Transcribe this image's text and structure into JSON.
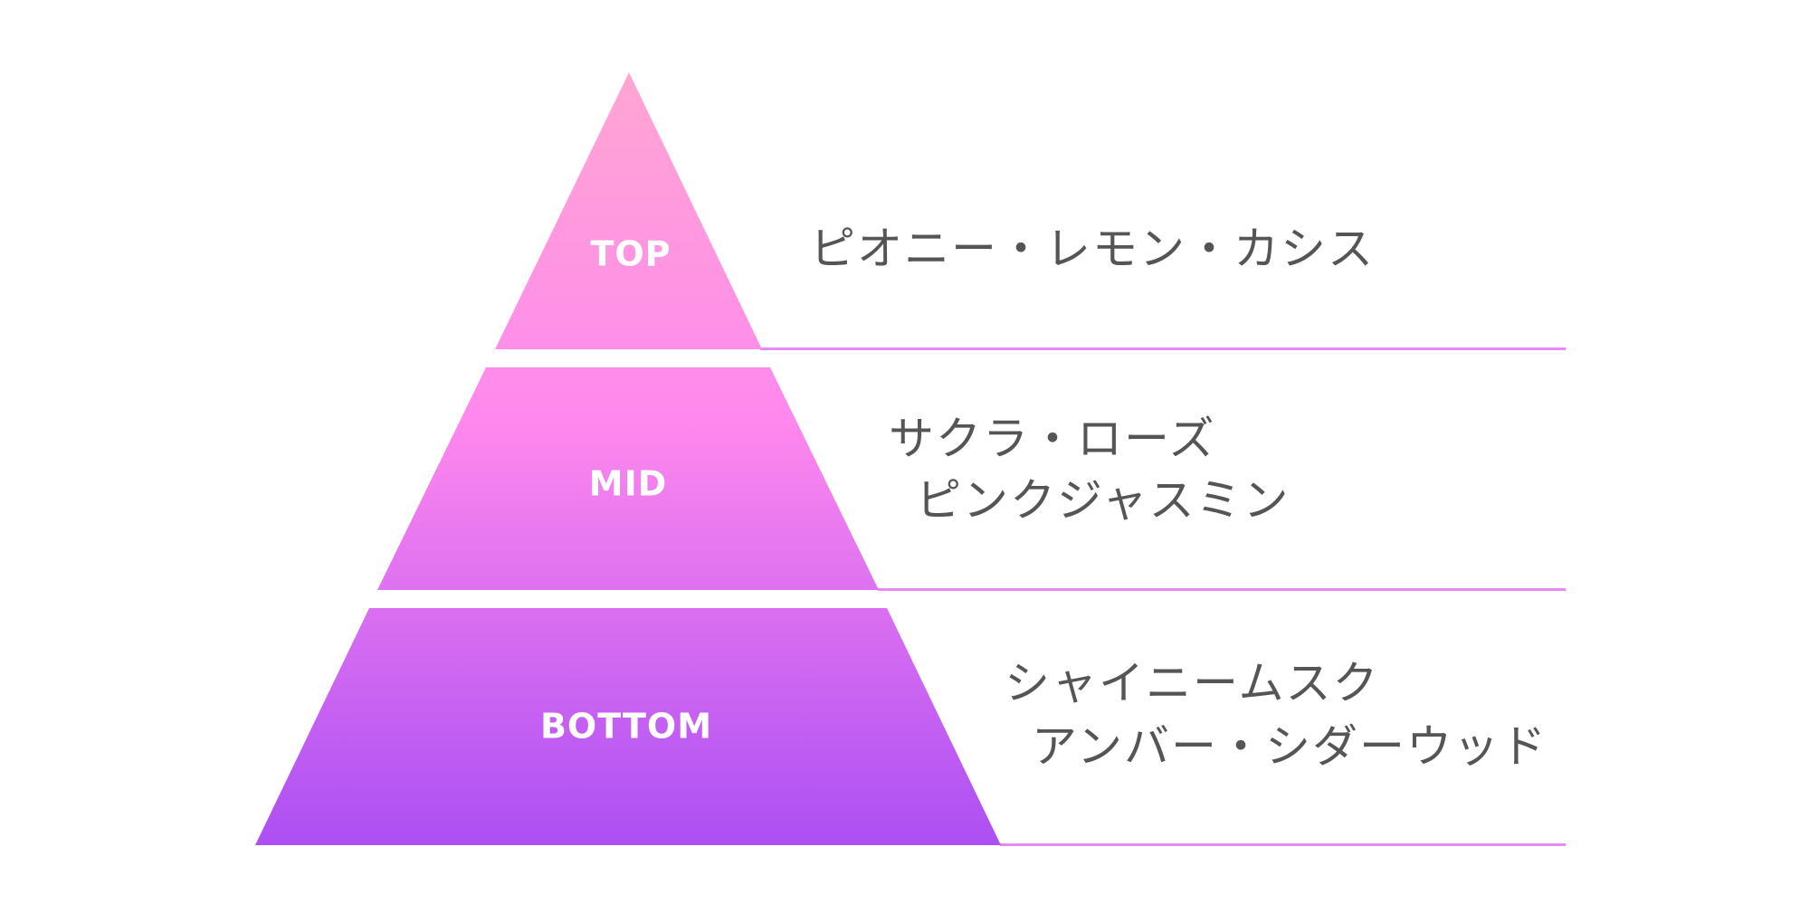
{
  "tiers": [
    {
      "id": "top",
      "label": "TOP",
      "notes": [
        "ピオニー・レモン・カシス"
      ]
    },
    {
      "id": "mid",
      "label": "MID",
      "notes": [
        "サクラ・ローズ",
        "ピンクジャスミン"
      ]
    },
    {
      "id": "bottom",
      "label": "BOTTOM",
      "notes": [
        "シャイニームスク",
        "アンバー・シダーウッド"
      ]
    }
  ],
  "colors": {
    "gradient_top": "#ffa6d3",
    "gradient_mid": "#ff88ee",
    "gradient_bottom": "#ac4ff3",
    "divider_line": "#e68af5",
    "label_text": "#ffffff",
    "note_text": "#555555"
  }
}
